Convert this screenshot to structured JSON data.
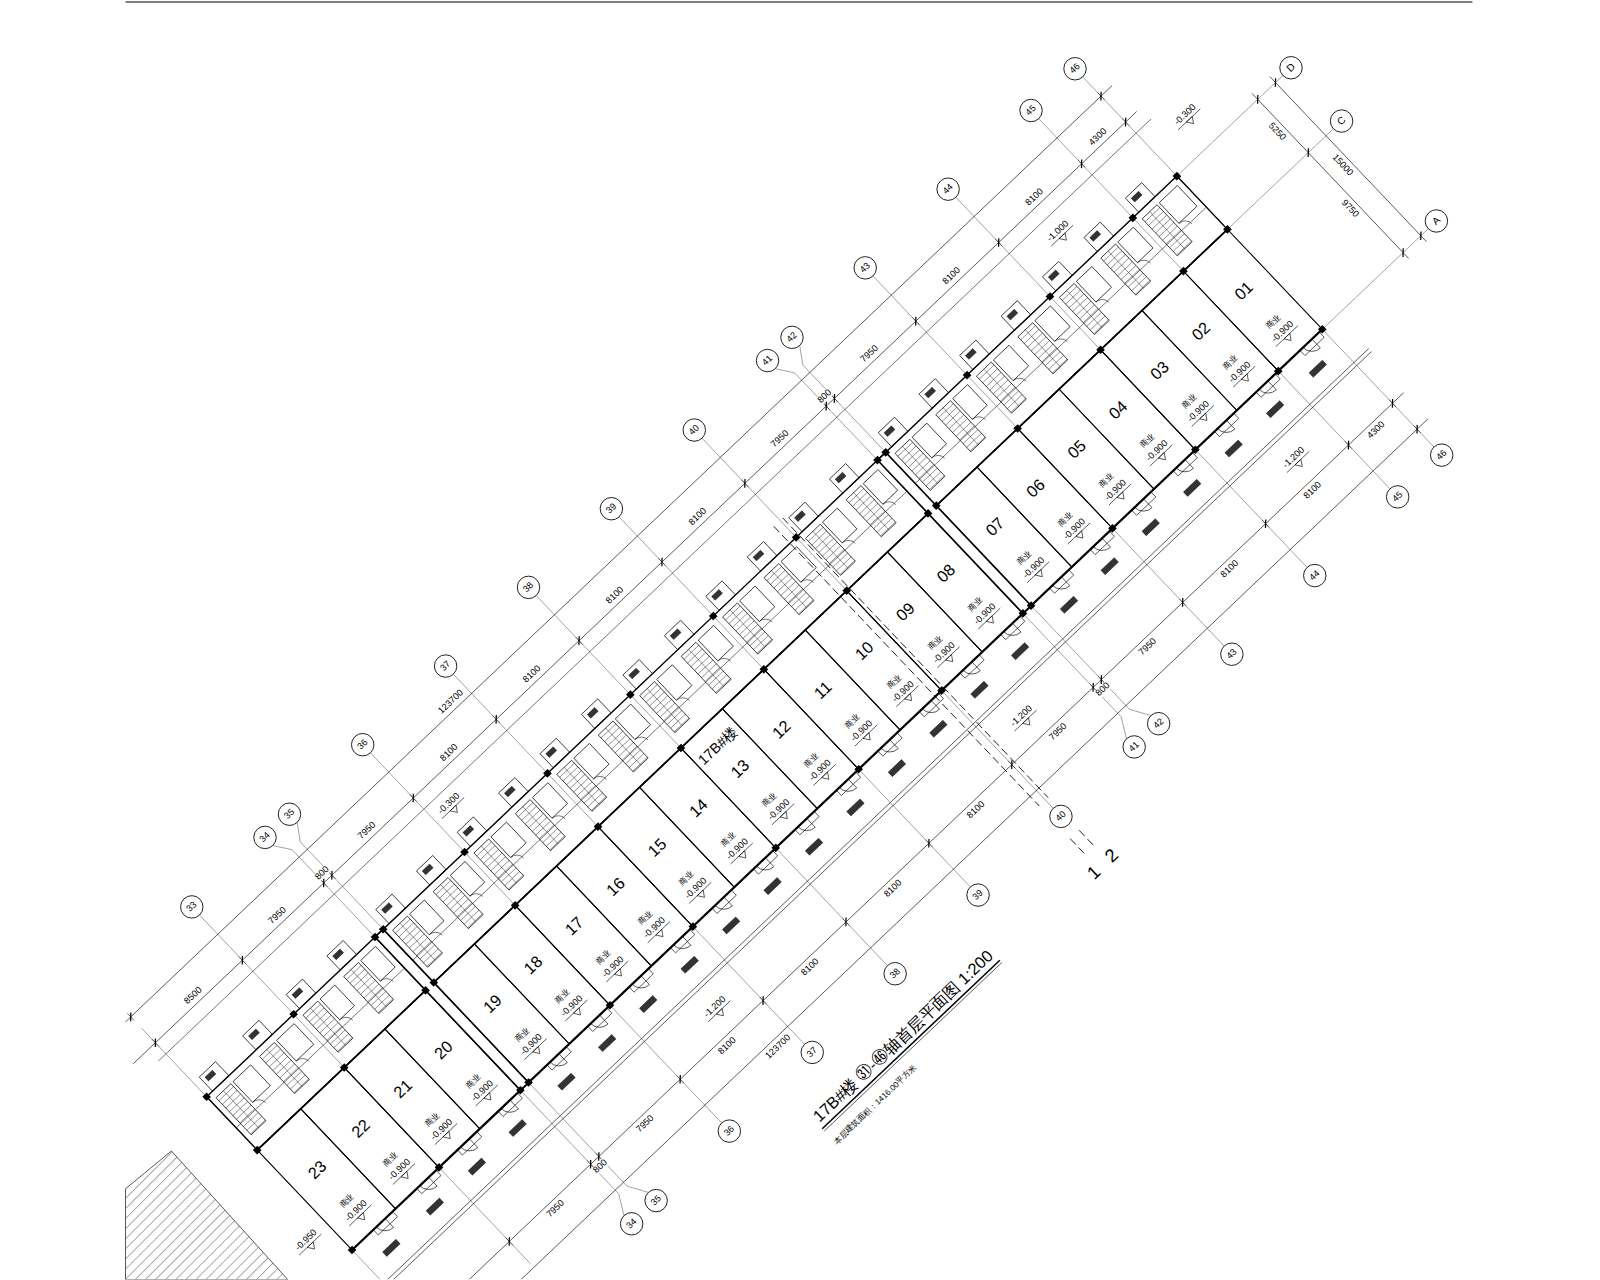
{
  "diagram": {
    "title": "17B#楼 ㉛-㊻轴首层平面图 1:200",
    "caption": "本层建筑面积：1416.00平方米",
    "nodes": [
      {
        "text": [
          "01",
          "商业",
          "-0.900"
        ]
      },
      {
        "text": [
          "02",
          "商业",
          "-0.900"
        ]
      },
      {
        "text": [
          "03",
          "商业",
          "-0.900"
        ]
      },
      {
        "text": [
          "04",
          "商业",
          "-0.900"
        ]
      },
      {
        "text": [
          "05",
          "商业",
          "-0.900"
        ]
      },
      {
        "text": [
          "06",
          "商业",
          "-0.900"
        ]
      },
      {
        "text": [
          "07",
          "商业",
          "-0.900"
        ]
      },
      {
        "text": [
          "08",
          "商业",
          "-0.900"
        ]
      },
      {
        "text": [
          "09",
          "商业",
          "-0.900"
        ]
      },
      {
        "text": [
          "10",
          "商业",
          "-0.900"
        ]
      },
      {
        "text": [
          "11",
          "商业",
          "-0.900"
        ]
      },
      {
        "text": [
          "12",
          "商业",
          "-0.900"
        ]
      },
      {
        "text": [
          "13",
          "商业",
          "-0.900"
        ]
      },
      {
        "text": [
          "14",
          "商业",
          "-0.900"
        ]
      },
      {
        "text": [
          "15",
          "商业",
          "-0.900"
        ]
      },
      {
        "text": [
          "16",
          "商业",
          "-0.900"
        ]
      },
      {
        "text": [
          "17",
          "商业",
          "-0.900"
        ]
      },
      {
        "text": [
          "18",
          "商业",
          "-0.900"
        ]
      },
      {
        "text": [
          "19",
          "商业",
          "-0.900"
        ]
      },
      {
        "text": [
          "20",
          "商业",
          "-0.900"
        ]
      },
      {
        "text": [
          "21",
          "商业",
          "-0.900"
        ]
      },
      {
        "text": [
          "22",
          "商业",
          "-0.900"
        ]
      },
      {
        "text": [
          "23",
          "商业",
          "-0.900"
        ]
      }
    ],
    "labels": [
      "17B#楼",
      "8500",
      "7950",
      "800",
      "7950",
      "8100",
      "8100",
      "8100",
      "8100",
      "7950",
      "800",
      "7950",
      "8100",
      "8100",
      "4300",
      "123700",
      "7950",
      "800",
      "7950",
      "8100",
      "8100",
      "8100",
      "8100",
      "7950",
      "800",
      "7950",
      "8100",
      "8100",
      "4300",
      "123700",
      "5250",
      "9750",
      "15000",
      "33",
      "34",
      "35",
      "36",
      "37",
      "38",
      "39",
      "40",
      "41",
      "42",
      "43",
      "44",
      "45",
      "46",
      "34",
      "35",
      "36",
      "37",
      "38",
      "39",
      "40",
      "41",
      "42",
      "43",
      "44",
      "45",
      "46",
      "A",
      "C",
      "D",
      "-0.300",
      "-0.300",
      "-1.000",
      "-1.200",
      "-1.200",
      "-1.200",
      "-0.950",
      "1",
      "2"
    ]
  }
}
